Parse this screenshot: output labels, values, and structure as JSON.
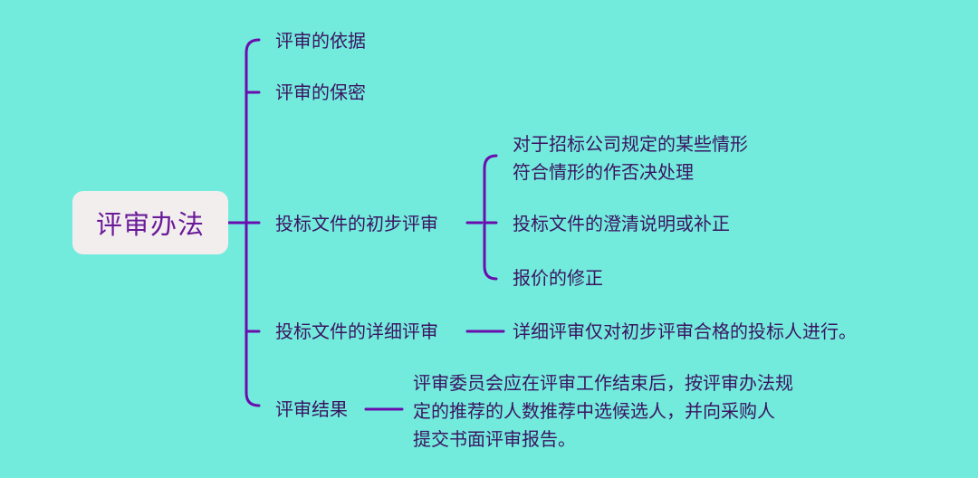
{
  "mindmap": {
    "root": "评审办法",
    "branches": [
      {
        "label": "评审的依据",
        "children": []
      },
      {
        "label": "评审的保密",
        "children": []
      },
      {
        "label": "投标文件的初步评审",
        "children": [
          {
            "lines": [
              "对于招标公司规定的某些情形",
              "符合情形的作否决处理"
            ]
          },
          {
            "lines": [
              "投标文件的澄清说明或补正"
            ]
          },
          {
            "lines": [
              "报价的修正"
            ]
          }
        ]
      },
      {
        "label": "投标文件的详细评审",
        "children": [
          {
            "lines": [
              "详细评审仅对初步评审合格的投标人进行。"
            ]
          }
        ]
      },
      {
        "label": "评审结果",
        "children": [
          {
            "lines": [
              "评审委员会应在评审工作结束后，按评审办法规",
              "定的推荐的人数推荐中选候选人，并向采购人",
              "提交书面评审报告。"
            ]
          }
        ]
      }
    ]
  },
  "colors": {
    "background": "#72EBDC",
    "connector": "#6A0DAD",
    "text": "#3B1462",
    "root_bg": "#F3EEEE"
  }
}
